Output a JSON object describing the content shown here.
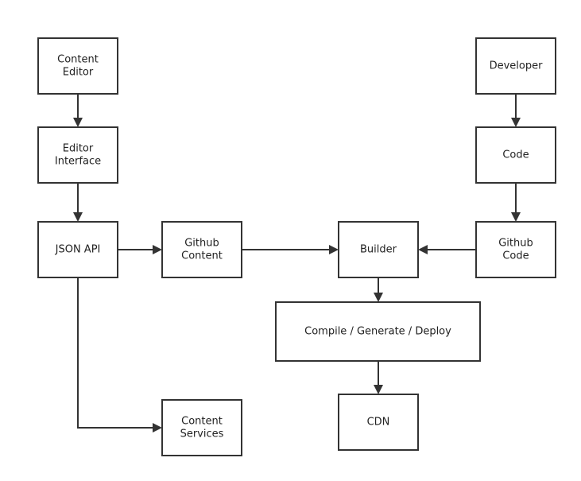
{
  "diagram": {
    "colors": {
      "stroke": "#333333",
      "fill": "#ffffff",
      "text": "#222222"
    },
    "nodes": [
      {
        "id": "content-editor",
        "lines": [
          "Content",
          "Editor"
        ]
      },
      {
        "id": "editor-interface",
        "lines": [
          "Editor",
          "Interface"
        ]
      },
      {
        "id": "json-api",
        "lines": [
          "JSON API"
        ]
      },
      {
        "id": "github-content",
        "lines": [
          "Github",
          "Content"
        ]
      },
      {
        "id": "content-services",
        "lines": [
          "Content",
          "Services"
        ]
      },
      {
        "id": "builder",
        "lines": [
          "Builder"
        ]
      },
      {
        "id": "compile",
        "lines": [
          "Compile / Generate / Deploy"
        ]
      },
      {
        "id": "cdn",
        "lines": [
          "CDN"
        ]
      },
      {
        "id": "developer",
        "lines": [
          "Developer"
        ]
      },
      {
        "id": "code",
        "lines": [
          "Code"
        ]
      },
      {
        "id": "github-code",
        "lines": [
          "Github",
          "Code"
        ]
      }
    ],
    "edges": [
      {
        "from": "content-editor",
        "to": "editor-interface"
      },
      {
        "from": "editor-interface",
        "to": "json-api"
      },
      {
        "from": "json-api",
        "to": "github-content"
      },
      {
        "from": "json-api",
        "to": "content-services"
      },
      {
        "from": "github-content",
        "to": "builder"
      },
      {
        "from": "github-code",
        "to": "builder"
      },
      {
        "from": "builder",
        "to": "compile"
      },
      {
        "from": "compile",
        "to": "cdn"
      },
      {
        "from": "developer",
        "to": "code"
      },
      {
        "from": "code",
        "to": "github-code"
      }
    ]
  }
}
